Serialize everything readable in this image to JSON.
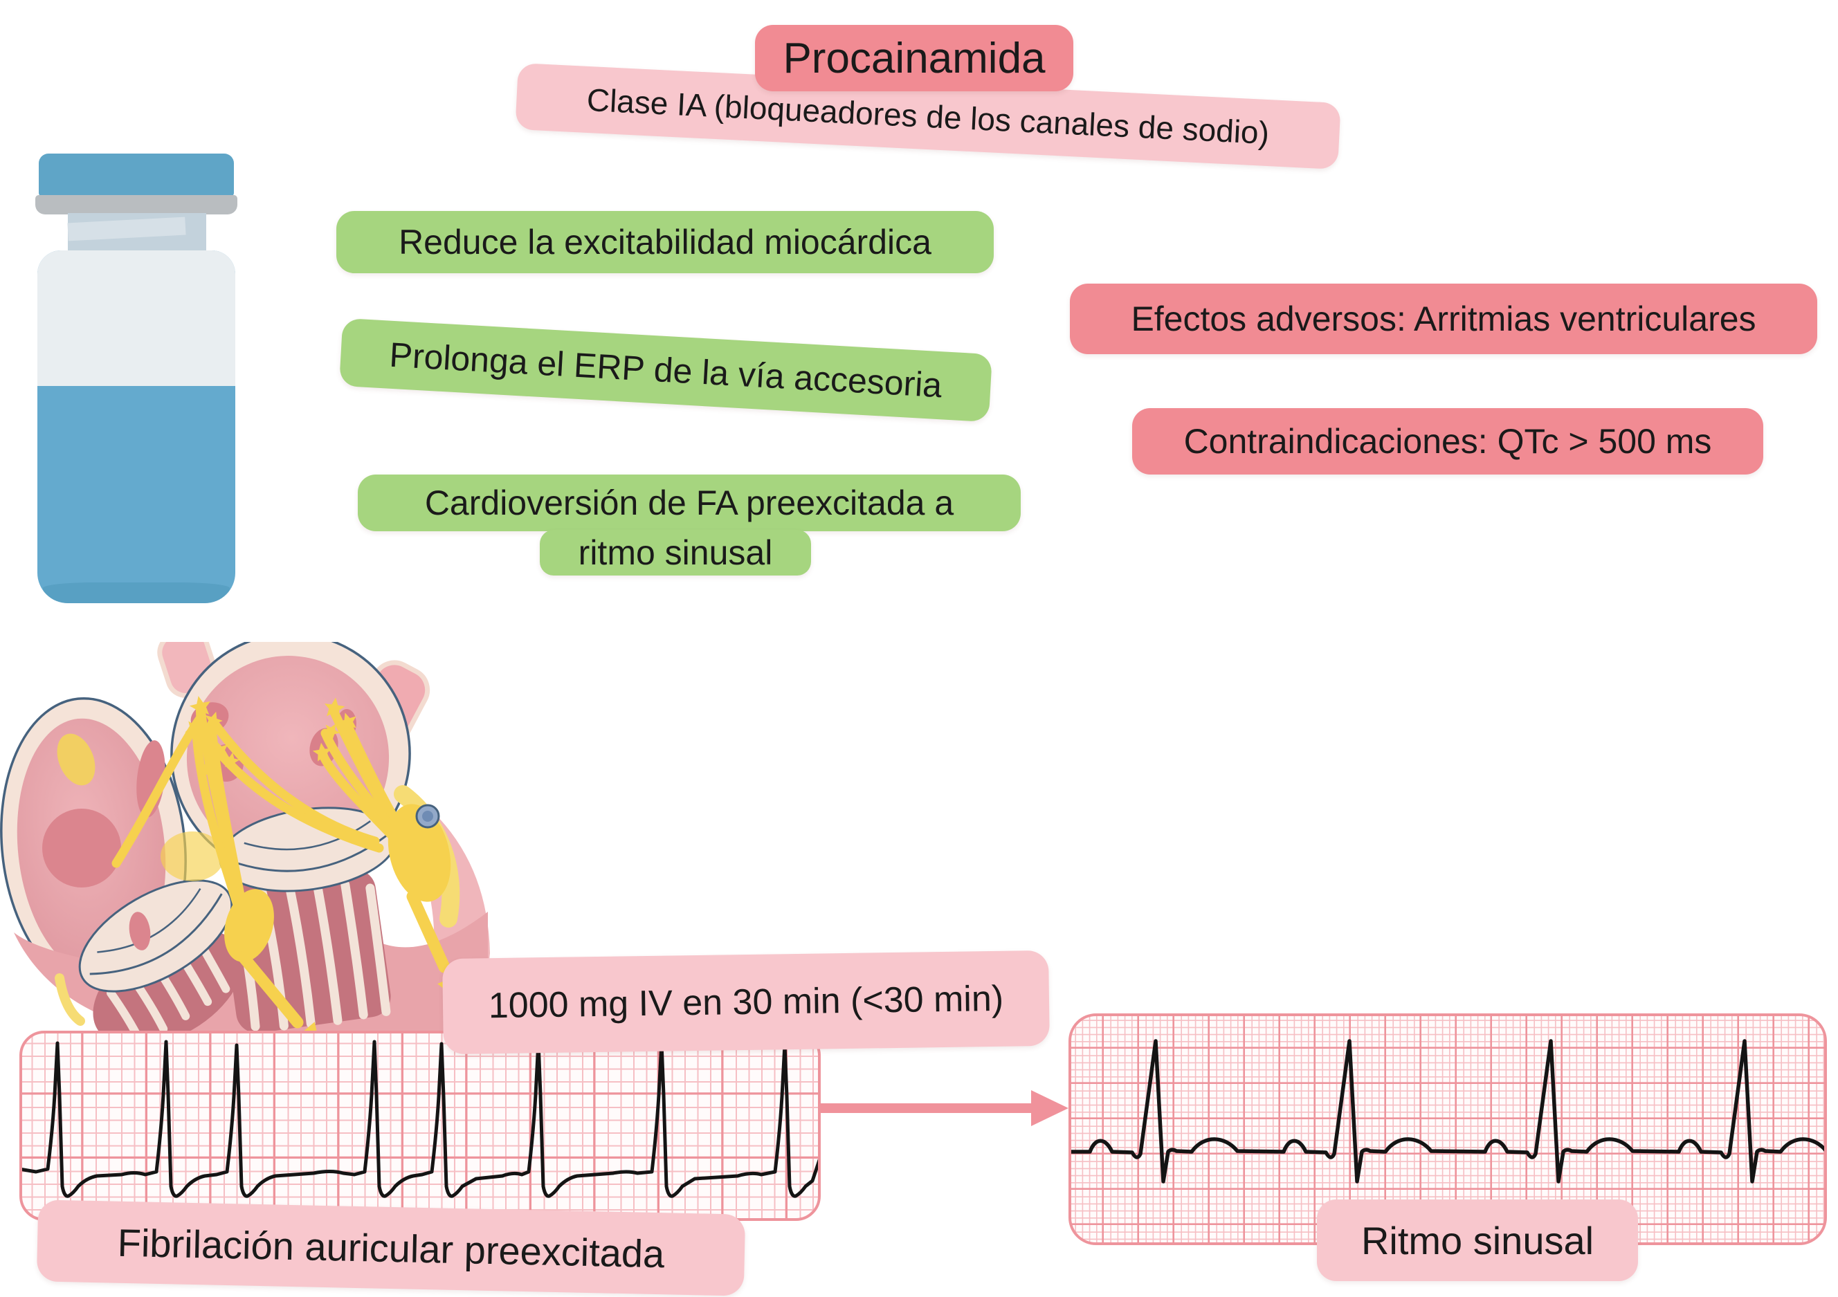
{
  "title": "Procainamida",
  "subtitle": "Clase IA (bloqueadores de los canales de sodio)",
  "green_boxes": {
    "box1": "Reduce la excitabilidad miocárdica",
    "box2": "Prolonga el ERP de la vía accesoria",
    "box3_line1": "Cardioversión de FA preexcitada a",
    "box3_line2": "ritmo sinusal"
  },
  "red_boxes": {
    "adverse": "Efectos adversos: Arritmias ventriculares",
    "contraindication": "Contraindicaciones: QTc > 500 ms"
  },
  "dose_label": "1000 mg IV en 30 min (<30 min)",
  "ecg_left_label": "Fibrilación auricular preexcitada",
  "ecg_right_label": "Ritmo sinusal",
  "icons": {
    "vial": "medication-vial",
    "heart": "heart-cross-section-with-ectopic-foci",
    "arrow": "right-arrow"
  },
  "colors": {
    "dark_pink": "#f18b93",
    "light_pink": "#f8c7cd",
    "green": "#a6d57f",
    "ecg_grid_minor": "#f6bfc4",
    "ecg_grid_major": "#ee949c",
    "ecg_trace": "#141414",
    "vial_blue": "#64aace",
    "vial_cap_blue": "#5fa5c7",
    "vial_gray": "#b9bdc0",
    "heart_yellow": "#f6d14e",
    "arrow_pink": "#f0929b"
  }
}
